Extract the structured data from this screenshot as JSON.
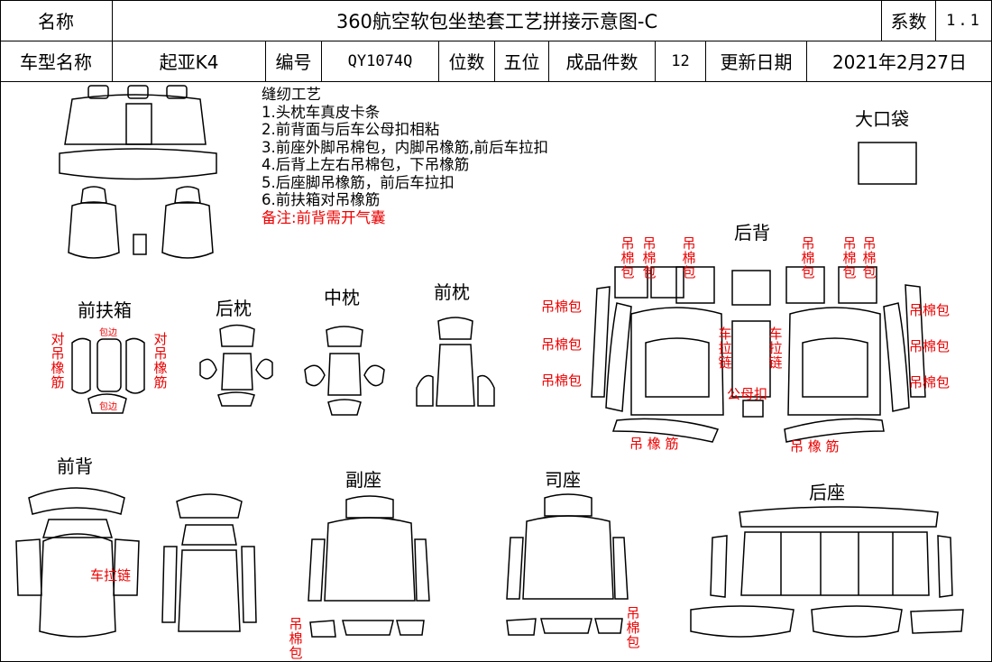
{
  "header": {
    "row1": {
      "name_label": "名称",
      "title": "360航空软包坐垫套工艺拼接示意图-C",
      "series_label": "系数",
      "series_value": "1.1"
    },
    "row2": {
      "model_label": "车型名称",
      "model_value": "起亚K4",
      "code_label": "编号",
      "code_value": "QY1074Q",
      "seats_label": "位数",
      "seats_value": "五位",
      "pieces_label": "成品件数",
      "pieces_value": "12",
      "date_label": "更新日期",
      "date_value": "2021年2月27日"
    }
  },
  "process": {
    "title": "缝纫工艺",
    "steps": [
      "1.头枕车真皮卡条",
      "2.前背面与后车公母扣相粘",
      "3.前座外脚吊棉包，内脚吊橡筋,前后车拉扣",
      "4.后背上左右吊棉包，下吊橡筋",
      "5.后座脚吊橡筋，前后车拉扣",
      "6.前扶箱对吊橡筋"
    ],
    "note": "备注:前背需开气囊"
  },
  "sections": {
    "big_pocket": "大口袋",
    "rear_back": "后背",
    "front_armrest": "前扶箱",
    "rear_pillow": "后枕",
    "mid_pillow": "中枕",
    "front_pillow": "前枕",
    "front_back": "前背",
    "passenger_seat": "副座",
    "driver_seat": "司座",
    "rear_seat": "后座"
  },
  "annotations": {
    "hanging_cotton_bag": "吊棉包",
    "hanging_elastic": "吊 橡 筋",
    "pull_zipper": "车拉链",
    "snap_button": "公母扣",
    "pair_hang_elastic": "对吊橡筋",
    "wrap_edge": "包边"
  },
  "colors": {
    "annotation": "#e00000",
    "line": "#000000",
    "watermark": "#9ab0e8"
  }
}
